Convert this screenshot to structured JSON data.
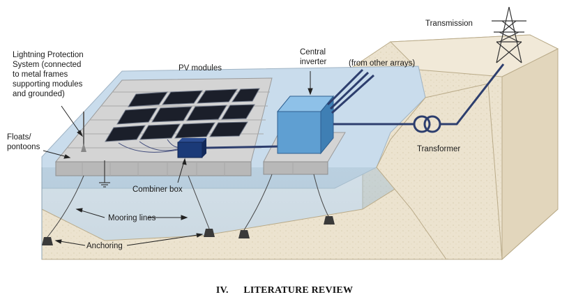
{
  "diagram": {
    "labels": {
      "lightning": [
        "Lightning Protection",
        "System (connected",
        "to metal frames",
        "supporting modules",
        "and grounded)"
      ],
      "pv_modules": "PV modules",
      "central_inverter": [
        "Central",
        "inverter"
      ],
      "other_arrays": "(from other arrays)",
      "transmission": "Transmission",
      "floats": [
        "Floats/",
        "pontoons"
      ],
      "transformer": "Transformer",
      "combiner_box": "Combiner box",
      "mooring_lines": "Mooring lines",
      "anchoring": "Anchoring"
    },
    "colors": {
      "water_surface": "#c9dcec",
      "water_body": "#aec6d6",
      "ground": "#ece3cf",
      "cable": "#2d3e6e",
      "inverter": "#5f9fd2",
      "combiner": "#1b3a78",
      "panel": "#1b1f2a",
      "float": "#c9c9c9"
    }
  },
  "section": {
    "number": "IV.",
    "title": "LITERATURE REVIEW"
  }
}
